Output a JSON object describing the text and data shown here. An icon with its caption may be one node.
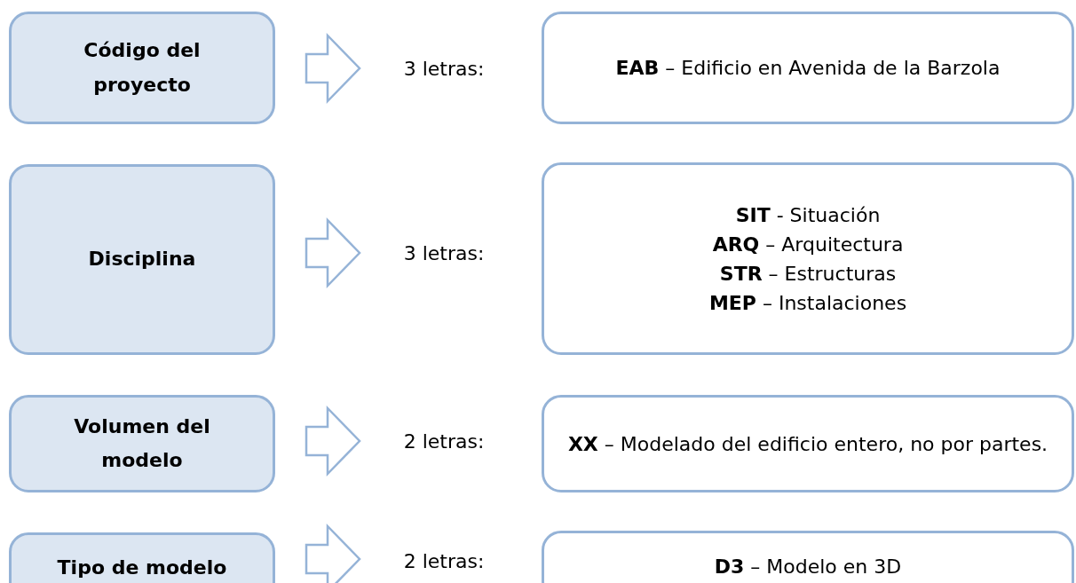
{
  "diagram": {
    "nodes": [
      {
        "text": [
          "Código del proyecto"
        ]
      },
      {
        "text": [
          "3 letras:"
        ]
      },
      {
        "text": [
          "**EAB** – Edificio en Avenida de la Barzola"
        ]
      },
      {
        "text": [
          "Disciplina"
        ]
      },
      {
        "text": [
          "3 letras:"
        ]
      },
      {
        "text": [
          "**SIT** - Situación",
          "**ARQ** – Arquitectura",
          "**STR** – Estructuras",
          "**MEP** – Instalaciones"
        ]
      },
      {
        "text": [
          "Volumen del modelo"
        ]
      },
      {
        "text": [
          "2 letras:"
        ]
      },
      {
        "text": [
          "**XX** – Modelado del edificio entero, no por partes."
        ]
      },
      {
        "text": [
          "Tipo de modelo"
        ]
      },
      {
        "text": [
          "2 letras:"
        ]
      },
      {
        "text": [
          "**D3** – Modelo en 3D"
        ]
      }
    ],
    "edges": [
      {
        "from": 0,
        "to": 1,
        "arrow": "to"
      },
      {
        "from": 3,
        "to": 4,
        "arrow": "to"
      },
      {
        "from": 6,
        "to": 7,
        "arrow": "to"
      },
      {
        "from": 9,
        "to": 10,
        "arrow": "to"
      }
    ]
  }
}
